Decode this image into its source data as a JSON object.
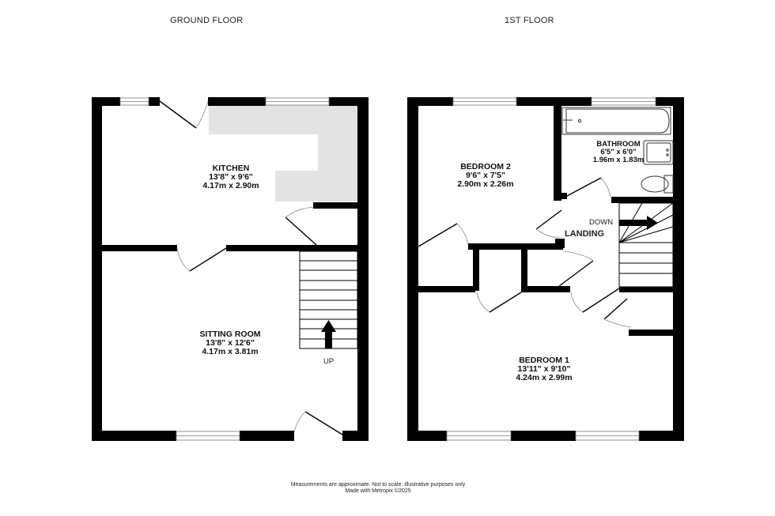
{
  "floors": {
    "ground": {
      "title": "GROUND FLOOR",
      "rooms": [
        {
          "name": "KITCHEN",
          "imperial": "13'8\"  x 9'6\"",
          "metric": "4.17m  x 2.90m"
        },
        {
          "name": "SITTING ROOM",
          "imperial": "13'8\"  x 12'6\"",
          "metric": "4.17m  x 3.81m"
        }
      ],
      "stairs_label": "UP"
    },
    "first": {
      "title": "1ST FLOOR",
      "rooms": [
        {
          "name": "BEDROOM 2",
          "imperial": "9'6\"  x 7'5\"",
          "metric": "2.90m  x 2.26m"
        },
        {
          "name": "BATHROOM",
          "imperial": "6'5\"  x 6'0\"",
          "metric": "1.96m  x 1.83m"
        },
        {
          "name": "BEDROOM 1",
          "imperial": "13'11\"  x 9'10\"",
          "metric": "4.24m  x 2.99m"
        }
      ],
      "landing_label": "LANDING",
      "stairs_label": "DOWN"
    }
  },
  "footer": {
    "disclaimer": "Measurements are approximate.  Not to scale.  Illustrative purposes only",
    "credit": "Made with Metropix ©2025"
  },
  "colors": {
    "wall": "#000000",
    "counter": "#e3e3e3",
    "background": "#ffffff"
  }
}
